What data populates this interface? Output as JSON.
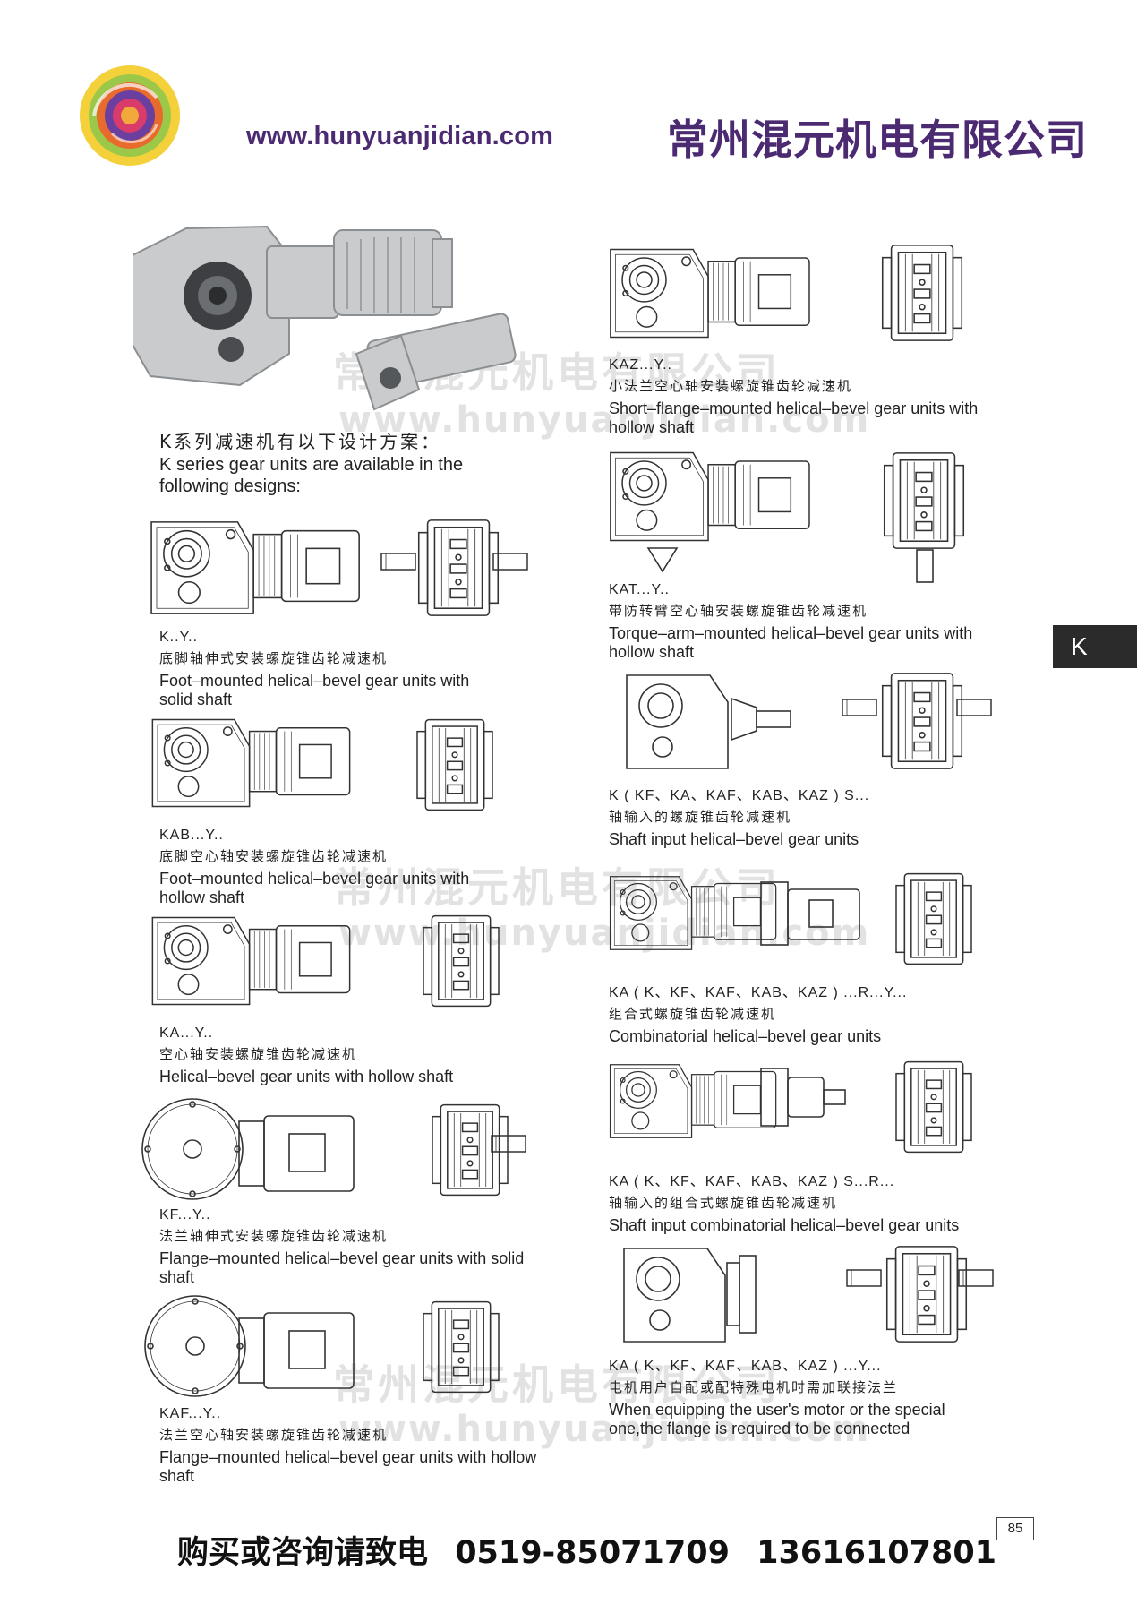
{
  "header": {
    "url": "www.hunyuanjidian.com",
    "company": "常州混元机电有限公司"
  },
  "intro": {
    "cn": "K系列减速机有以下设计方案：",
    "en": "K series gear units are available in the following designs:"
  },
  "left_units": [
    {
      "code": "K..Y..",
      "cn": "底脚轴伸式安装螺旋锥齿轮减速机",
      "en": "Foot–mounted helical–bevel gear units with solid shaft"
    },
    {
      "code": "KAB...Y..",
      "cn": "底脚空心轴安装螺旋锥齿轮减速机",
      "en": "Foot–mounted helical–bevel gear units with hollow shaft"
    },
    {
      "code": "KA...Y..",
      "cn": "空心轴安装螺旋锥齿轮减速机",
      "en": "Helical–bevel gear units with hollow shaft"
    },
    {
      "code": "KF...Y..",
      "cn": "法兰轴伸式安装螺旋锥齿轮减速机",
      "en": "Flange–mounted helical–bevel gear units with solid shaft"
    },
    {
      "code": "KAF...Y..",
      "cn": "法兰空心轴安装螺旋锥齿轮减速机",
      "en": "Flange–mounted helical–bevel gear units with hollow shaft"
    }
  ],
  "right_units": [
    {
      "code": "KAZ...Y..",
      "cn": "小法兰空心轴安装螺旋锥齿轮减速机",
      "en": "Short–flange–mounted helical–bevel gear units with hollow shaft"
    },
    {
      "code": "KAT...Y..",
      "cn": "带防转臂空心轴安装螺旋锥齿轮减速机",
      "en": "Torque–arm–mounted helical–bevel gear units with hollow shaft"
    },
    {
      "code": "K ( KF、KA、KAF、KAB、KAZ ) S...",
      "cn": "轴输入的螺旋锥齿轮减速机",
      "en": "Shaft input helical–bevel gear units"
    },
    {
      "code": "KA ( K、KF、KAF、KAB、KAZ ) ...R...Y...",
      "cn": "组合式螺旋锥齿轮减速机",
      "en": "Combinatorial helical–bevel gear units"
    },
    {
      "code": "KA ( K、KF、KAF、KAB、KAZ ) S...R...",
      "cn": "轴输入的组合式螺旋锥齿轮减速机",
      "en": "Shaft input combinatorial helical–bevel gear units"
    },
    {
      "code": "KA ( K、KF、KAF、KAB、KAZ ) ...Y...",
      "cn": "电机用户自配或配特殊电机时需加联接法兰",
      "en": "When equipping the user's motor or the special one,the flange is required to be connected"
    }
  ],
  "side_tab": "K",
  "page_number": "85",
  "footer": {
    "label": "购买或咨询请致电",
    "phone1": "0519-85071709",
    "phone2": "13616107801"
  },
  "watermark": {
    "cn": "常州混元机电有限公司",
    "en": "www.hunyuanjidian.com"
  },
  "colors": {
    "brand_purple": "#4b2a72",
    "tab_bg": "#2b2b2b"
  }
}
